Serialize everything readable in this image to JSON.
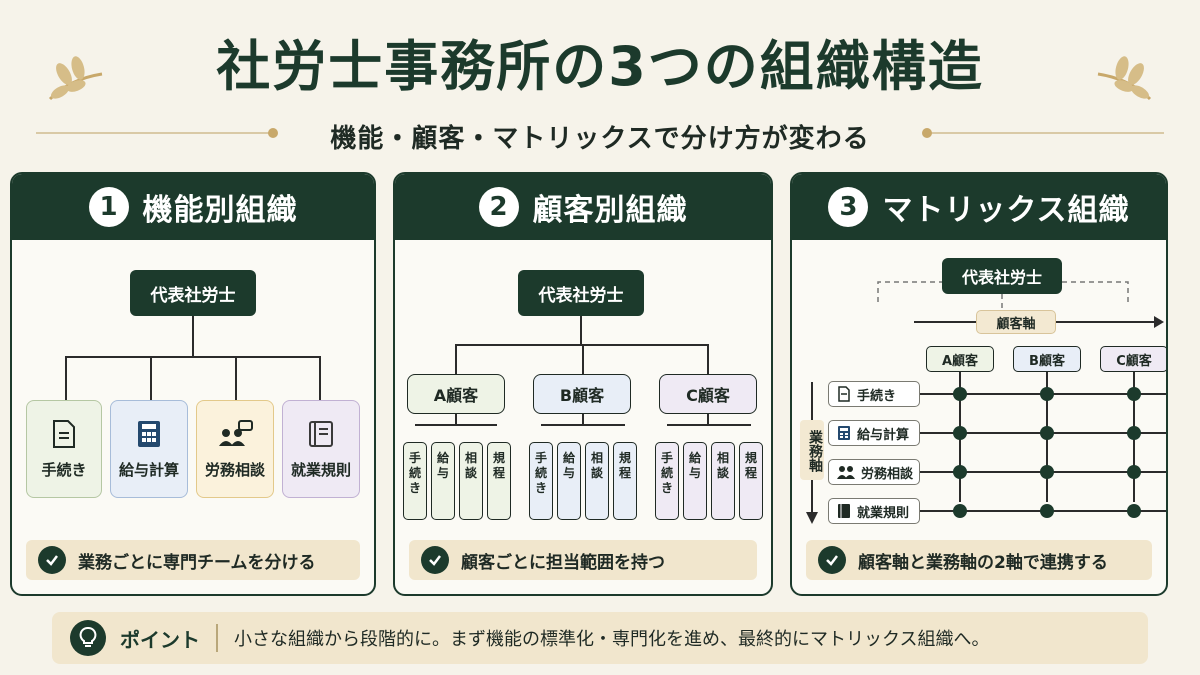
{
  "header": {
    "title": "社労士事務所の3つの組織構造",
    "subtitle": "機能・顧客・マトリックスで分け方が変わる"
  },
  "panels": [
    {
      "num": "1",
      "title": "機能別組織",
      "top_box": "代表社労士",
      "cards": [
        {
          "label": "手続き",
          "icon": "document-icon"
        },
        {
          "label": "給与計算",
          "icon": "calculator-icon"
        },
        {
          "label": "労務相談",
          "icon": "consultation-icon"
        },
        {
          "label": "就業規則",
          "icon": "book-icon"
        }
      ],
      "note": "業務ごとに専門チームを分ける"
    },
    {
      "num": "2",
      "title": "顧客別組織",
      "top_box": "代表社労士",
      "customers": [
        {
          "label": "A顧客",
          "subs": [
            "手続き",
            "給与",
            "相談",
            "規程"
          ]
        },
        {
          "label": "B顧客",
          "subs": [
            "手続き",
            "給与",
            "相談",
            "規程"
          ]
        },
        {
          "label": "C顧客",
          "subs": [
            "手続き",
            "給与",
            "相談",
            "規程"
          ]
        }
      ],
      "note": "顧客ごとに担当範囲を持つ"
    },
    {
      "num": "3",
      "title": "マトリックス組織",
      "top_box": "代表社労士",
      "customer_axis": "顧客軸",
      "business_axis": "業務軸",
      "columns": [
        "A顧客",
        "B顧客",
        "C顧客"
      ],
      "rows": [
        {
          "label": "手続き",
          "icon": "document-icon"
        },
        {
          "label": "給与計算",
          "icon": "calculator-icon"
        },
        {
          "label": "労務相談",
          "icon": "consultation-icon"
        },
        {
          "label": "就業規則",
          "icon": "book-icon"
        }
      ],
      "note": "顧客軸と業務軸の2軸で連携する"
    }
  ],
  "point": {
    "label": "ポイント",
    "text": "小さな組織から段階的に。まず機能の標準化・専門化を進め、最終的にマトリックス組織へ。"
  },
  "colors": {
    "primary": "#1c3a2c",
    "background": "#f6f3ea",
    "accent": "#c8a86a"
  }
}
